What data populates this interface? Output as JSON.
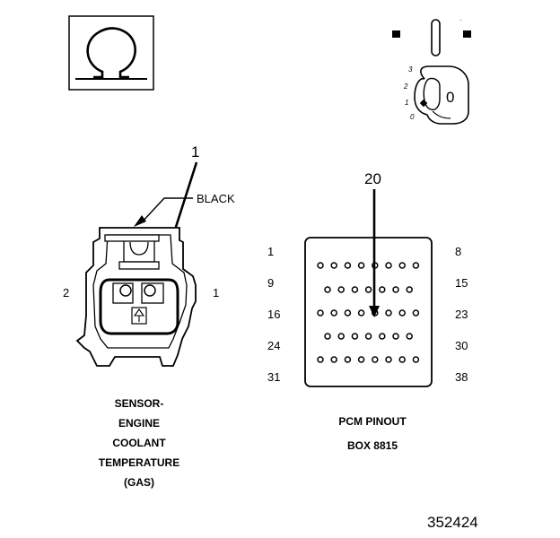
{
  "ohm_icon": "ohm-icon",
  "key_icon": "ignition-key-icon",
  "ignition": {
    "positions": [
      "3",
      "2",
      "1",
      "0"
    ],
    "key_label": "0"
  },
  "sensor": {
    "callout": "1",
    "wire_color": "BLACK",
    "pin_left": "2",
    "pin_right": "1",
    "title_lines": [
      "SENSOR-",
      "ENGINE",
      "COOLANT",
      "TEMPERATURE",
      "(GAS)"
    ]
  },
  "pcm": {
    "callout": "20",
    "row_labels_left": [
      "1",
      "9",
      "16",
      "24",
      "31"
    ],
    "row_labels_right": [
      "8",
      "15",
      "23",
      "30",
      "38"
    ],
    "row_pin_counts": [
      8,
      7,
      8,
      7,
      8
    ],
    "highlighted_pin": "20",
    "title_lines": [
      "PCM PINOUT",
      "BOX 8815"
    ]
  },
  "figure_number": "352424"
}
